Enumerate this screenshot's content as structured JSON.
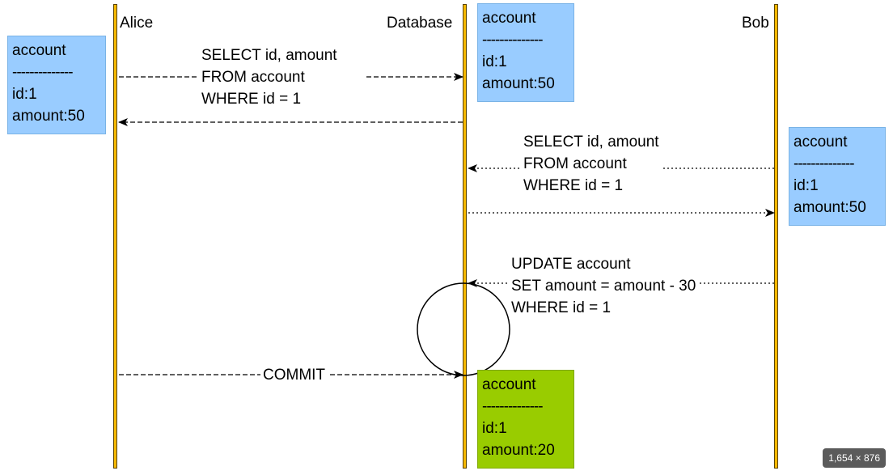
{
  "actors": {
    "alice": "Alice",
    "database": "Database",
    "bob": "Bob"
  },
  "boxes": {
    "alice_account": {
      "title": "account",
      "sep": "--------------",
      "id": "id:1",
      "amount": "amount:50"
    },
    "db_account_before": {
      "title": "account",
      "sep": "--------------",
      "id": "id:1",
      "amount": "amount:50"
    },
    "bob_account": {
      "title": "account",
      "sep": "--------------",
      "id": "id:1",
      "amount": "amount:50"
    },
    "db_account_after": {
      "title": "account",
      "sep": "--------------",
      "id": "id:1",
      "amount": "amount:20"
    }
  },
  "messages": {
    "alice_select": [
      "SELECT id, amount",
      "FROM account",
      "WHERE id = 1"
    ],
    "bob_select": [
      "SELECT id, amount",
      "FROM account",
      "WHERE id = 1"
    ],
    "bob_update": [
      "UPDATE account",
      "SET amount = amount - 30",
      "WHERE id = 1"
    ],
    "alice_commit": "COMMIT"
  },
  "badge": "1,654 × 876",
  "colors": {
    "lifeline": "#f5b800",
    "box_blue": "#99ccff",
    "box_green": "#99cc00"
  }
}
